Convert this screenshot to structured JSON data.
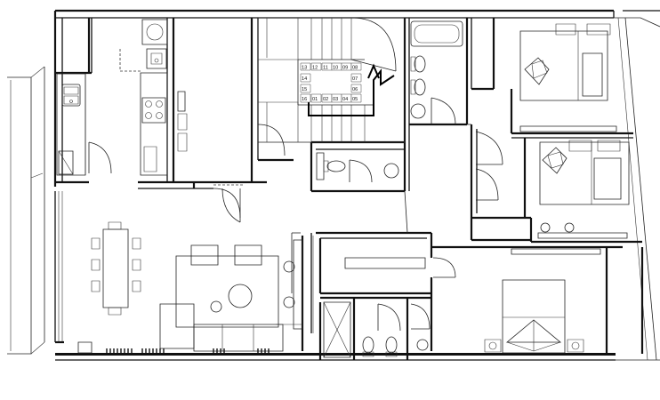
{
  "plan": {
    "staircase": {
      "steps_top": [
        "13",
        "12",
        "11",
        "10",
        "09",
        "08"
      ],
      "steps_mid_left": [
        "14",
        "15"
      ],
      "steps_mid_right": [
        "07",
        "06"
      ],
      "steps_bottom": [
        "16",
        "01",
        "02",
        "03",
        "04",
        "05"
      ]
    }
  }
}
